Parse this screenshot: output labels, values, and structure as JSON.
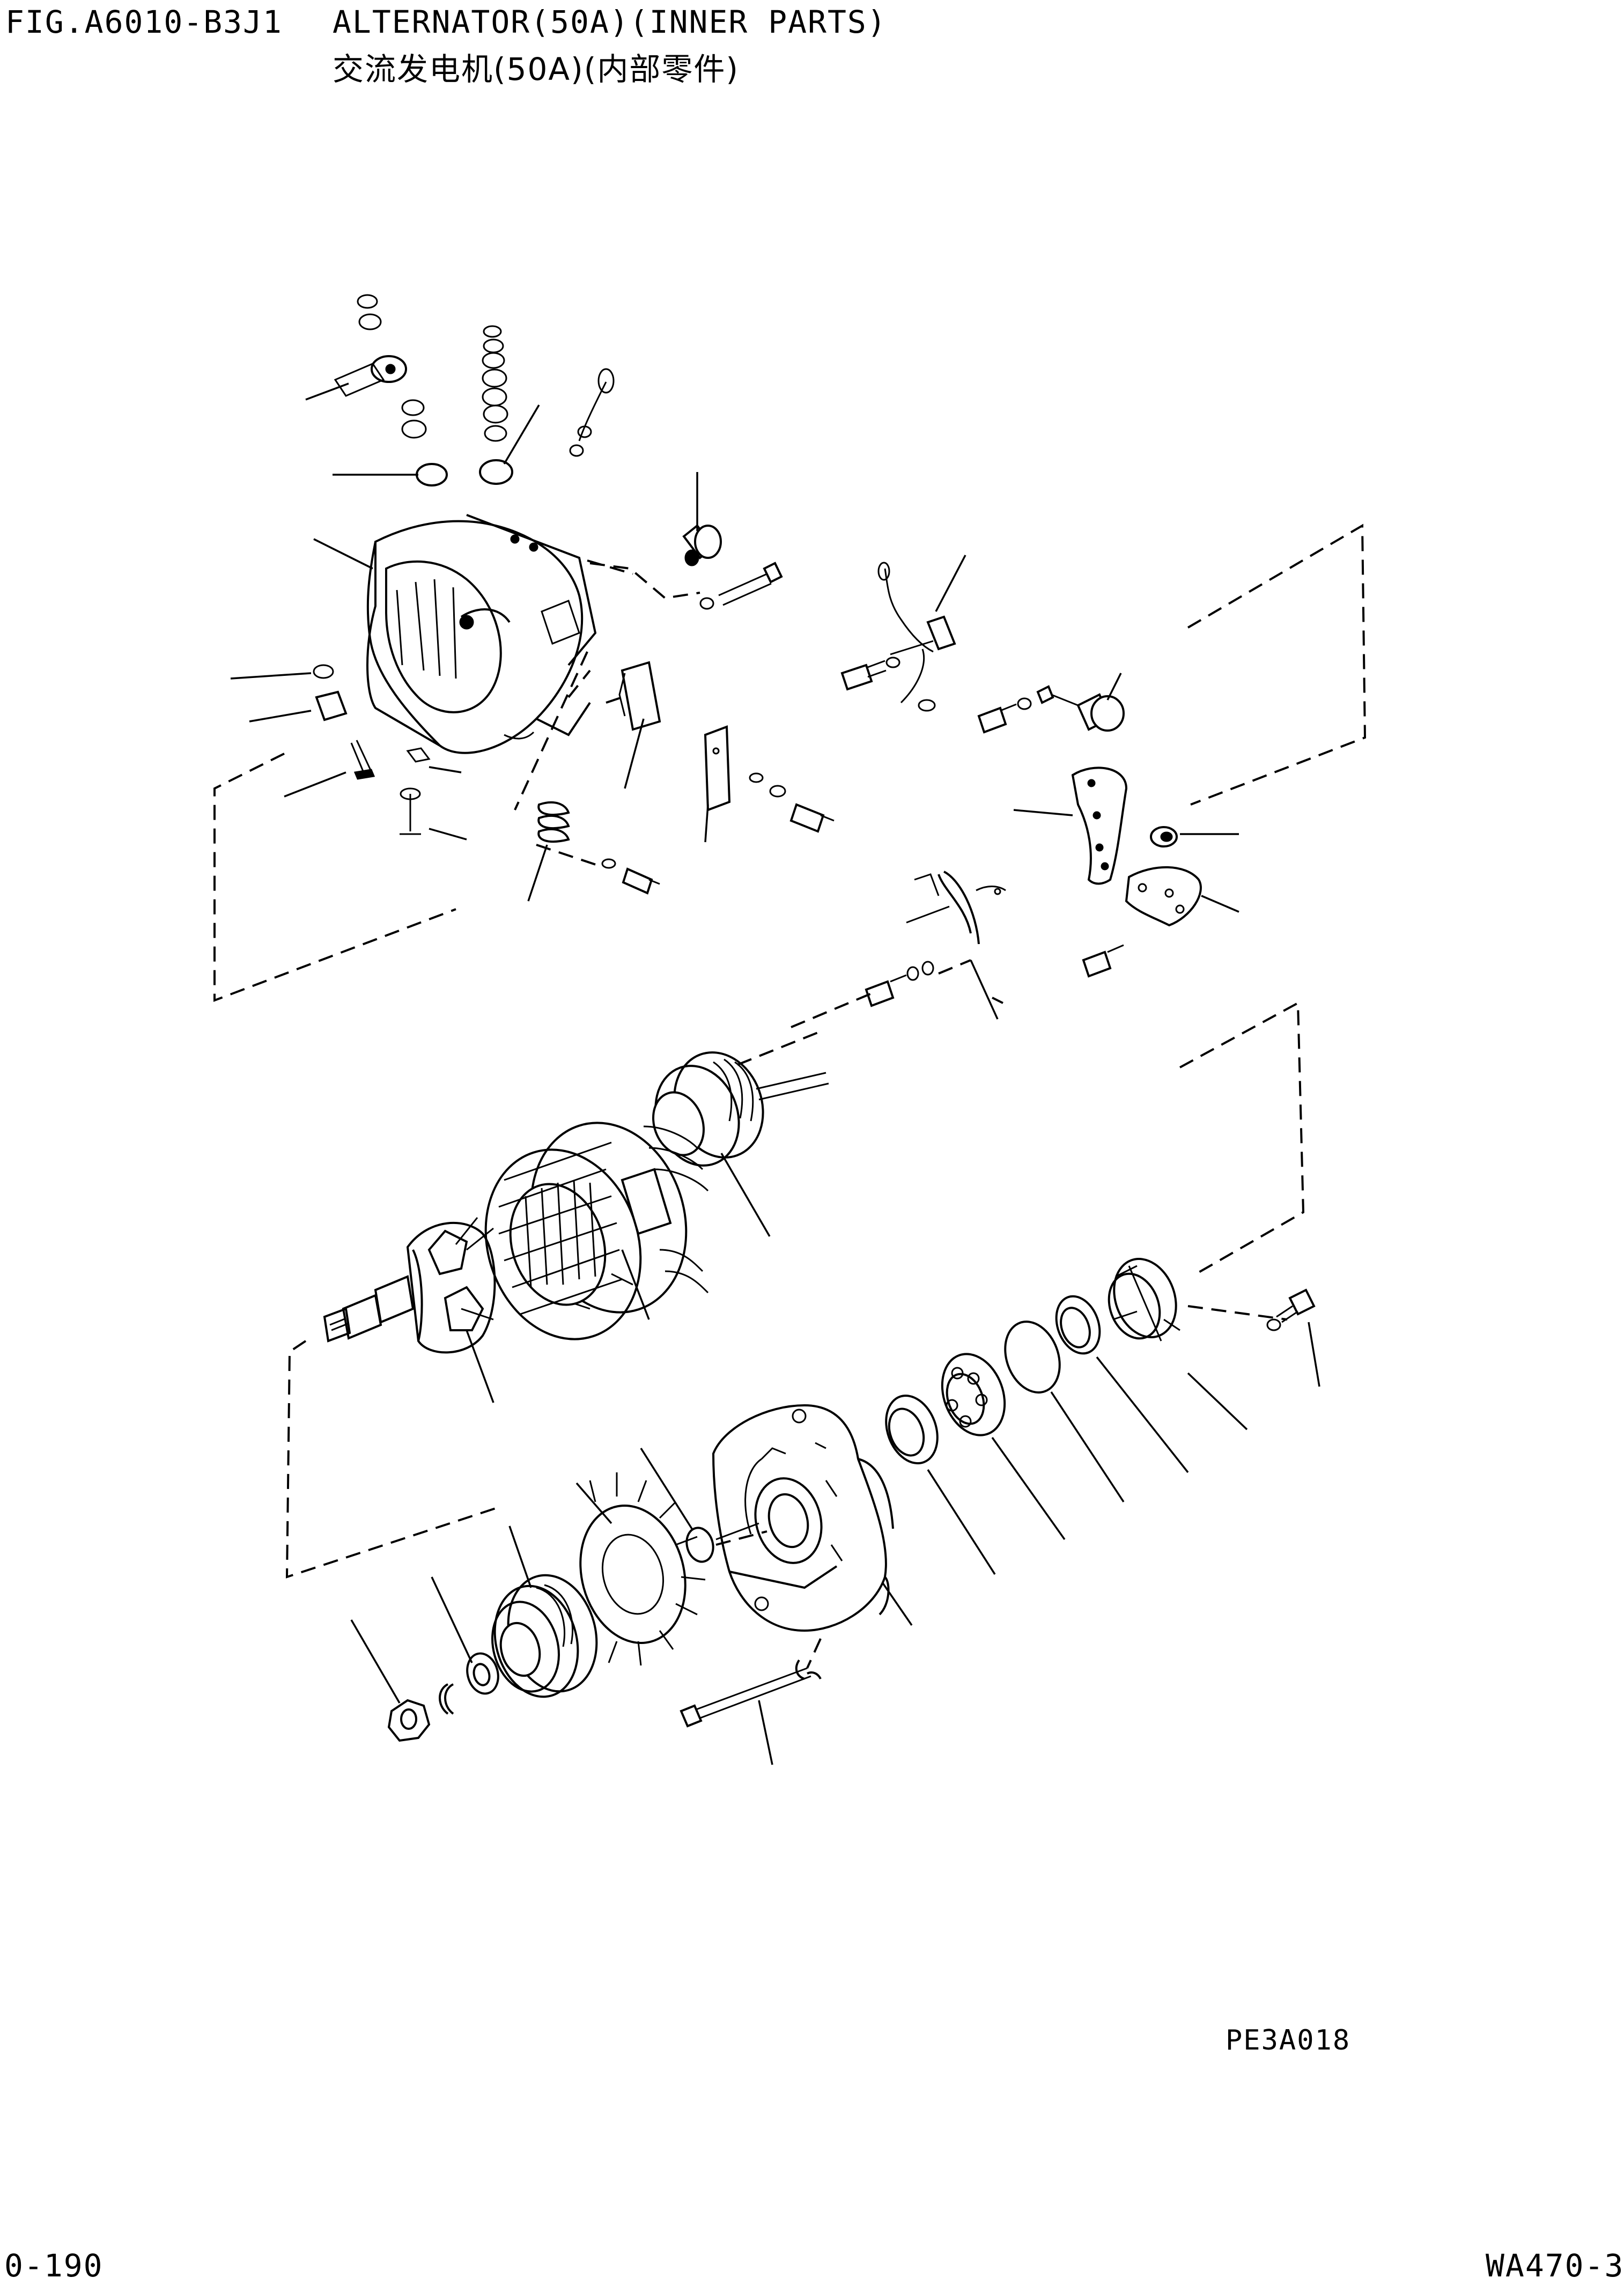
{
  "header": {
    "figure_number": "FIG.A6010-B3J1",
    "title_en": "ALTERNATOR(50A)(INNER PARTS)",
    "title_cn": "交流发电机(50A)(内部零件)"
  },
  "illustration": {
    "code": "PE3A018"
  },
  "footer": {
    "page_number": "0-190",
    "model": "WA470-3"
  }
}
